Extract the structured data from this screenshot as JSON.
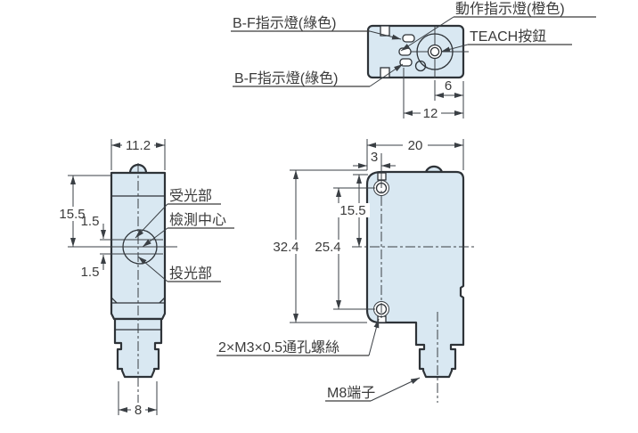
{
  "drawing_type": "sensor-outline-dimension-drawing",
  "colors": {
    "body_fill": "#d9e8f2",
    "outline": "#2e3338",
    "text": "#3b3b3b",
    "background": "#ffffff"
  },
  "callouts": {
    "bf_indicator_top": "B-F指示燈(綠色)",
    "action_indicator": "動作指示燈(橙色)",
    "teach_button": "TEACH按鈕",
    "bf_indicator_bottom": "B-F指示燈(綠色)",
    "receiver": "受光部",
    "detection_center": "檢測中心",
    "emitter": "投光部",
    "mounting_screw": "2×M3×0.5通孔螺絲",
    "m8_connector": "M8端子"
  },
  "dims": {
    "top": {
      "button_to_edge": "6",
      "leds_to_edge": "12"
    },
    "front": {
      "width": "11.2",
      "top_to_axis": "15.5",
      "receiver_offset": "1.5",
      "emitter_offset": "1.5",
      "plug_width": "8"
    },
    "side": {
      "depth": "20",
      "hole_inset": "3",
      "height": "32.4",
      "hole_pitch": "25.4",
      "top_to_axis": "15.5"
    }
  }
}
